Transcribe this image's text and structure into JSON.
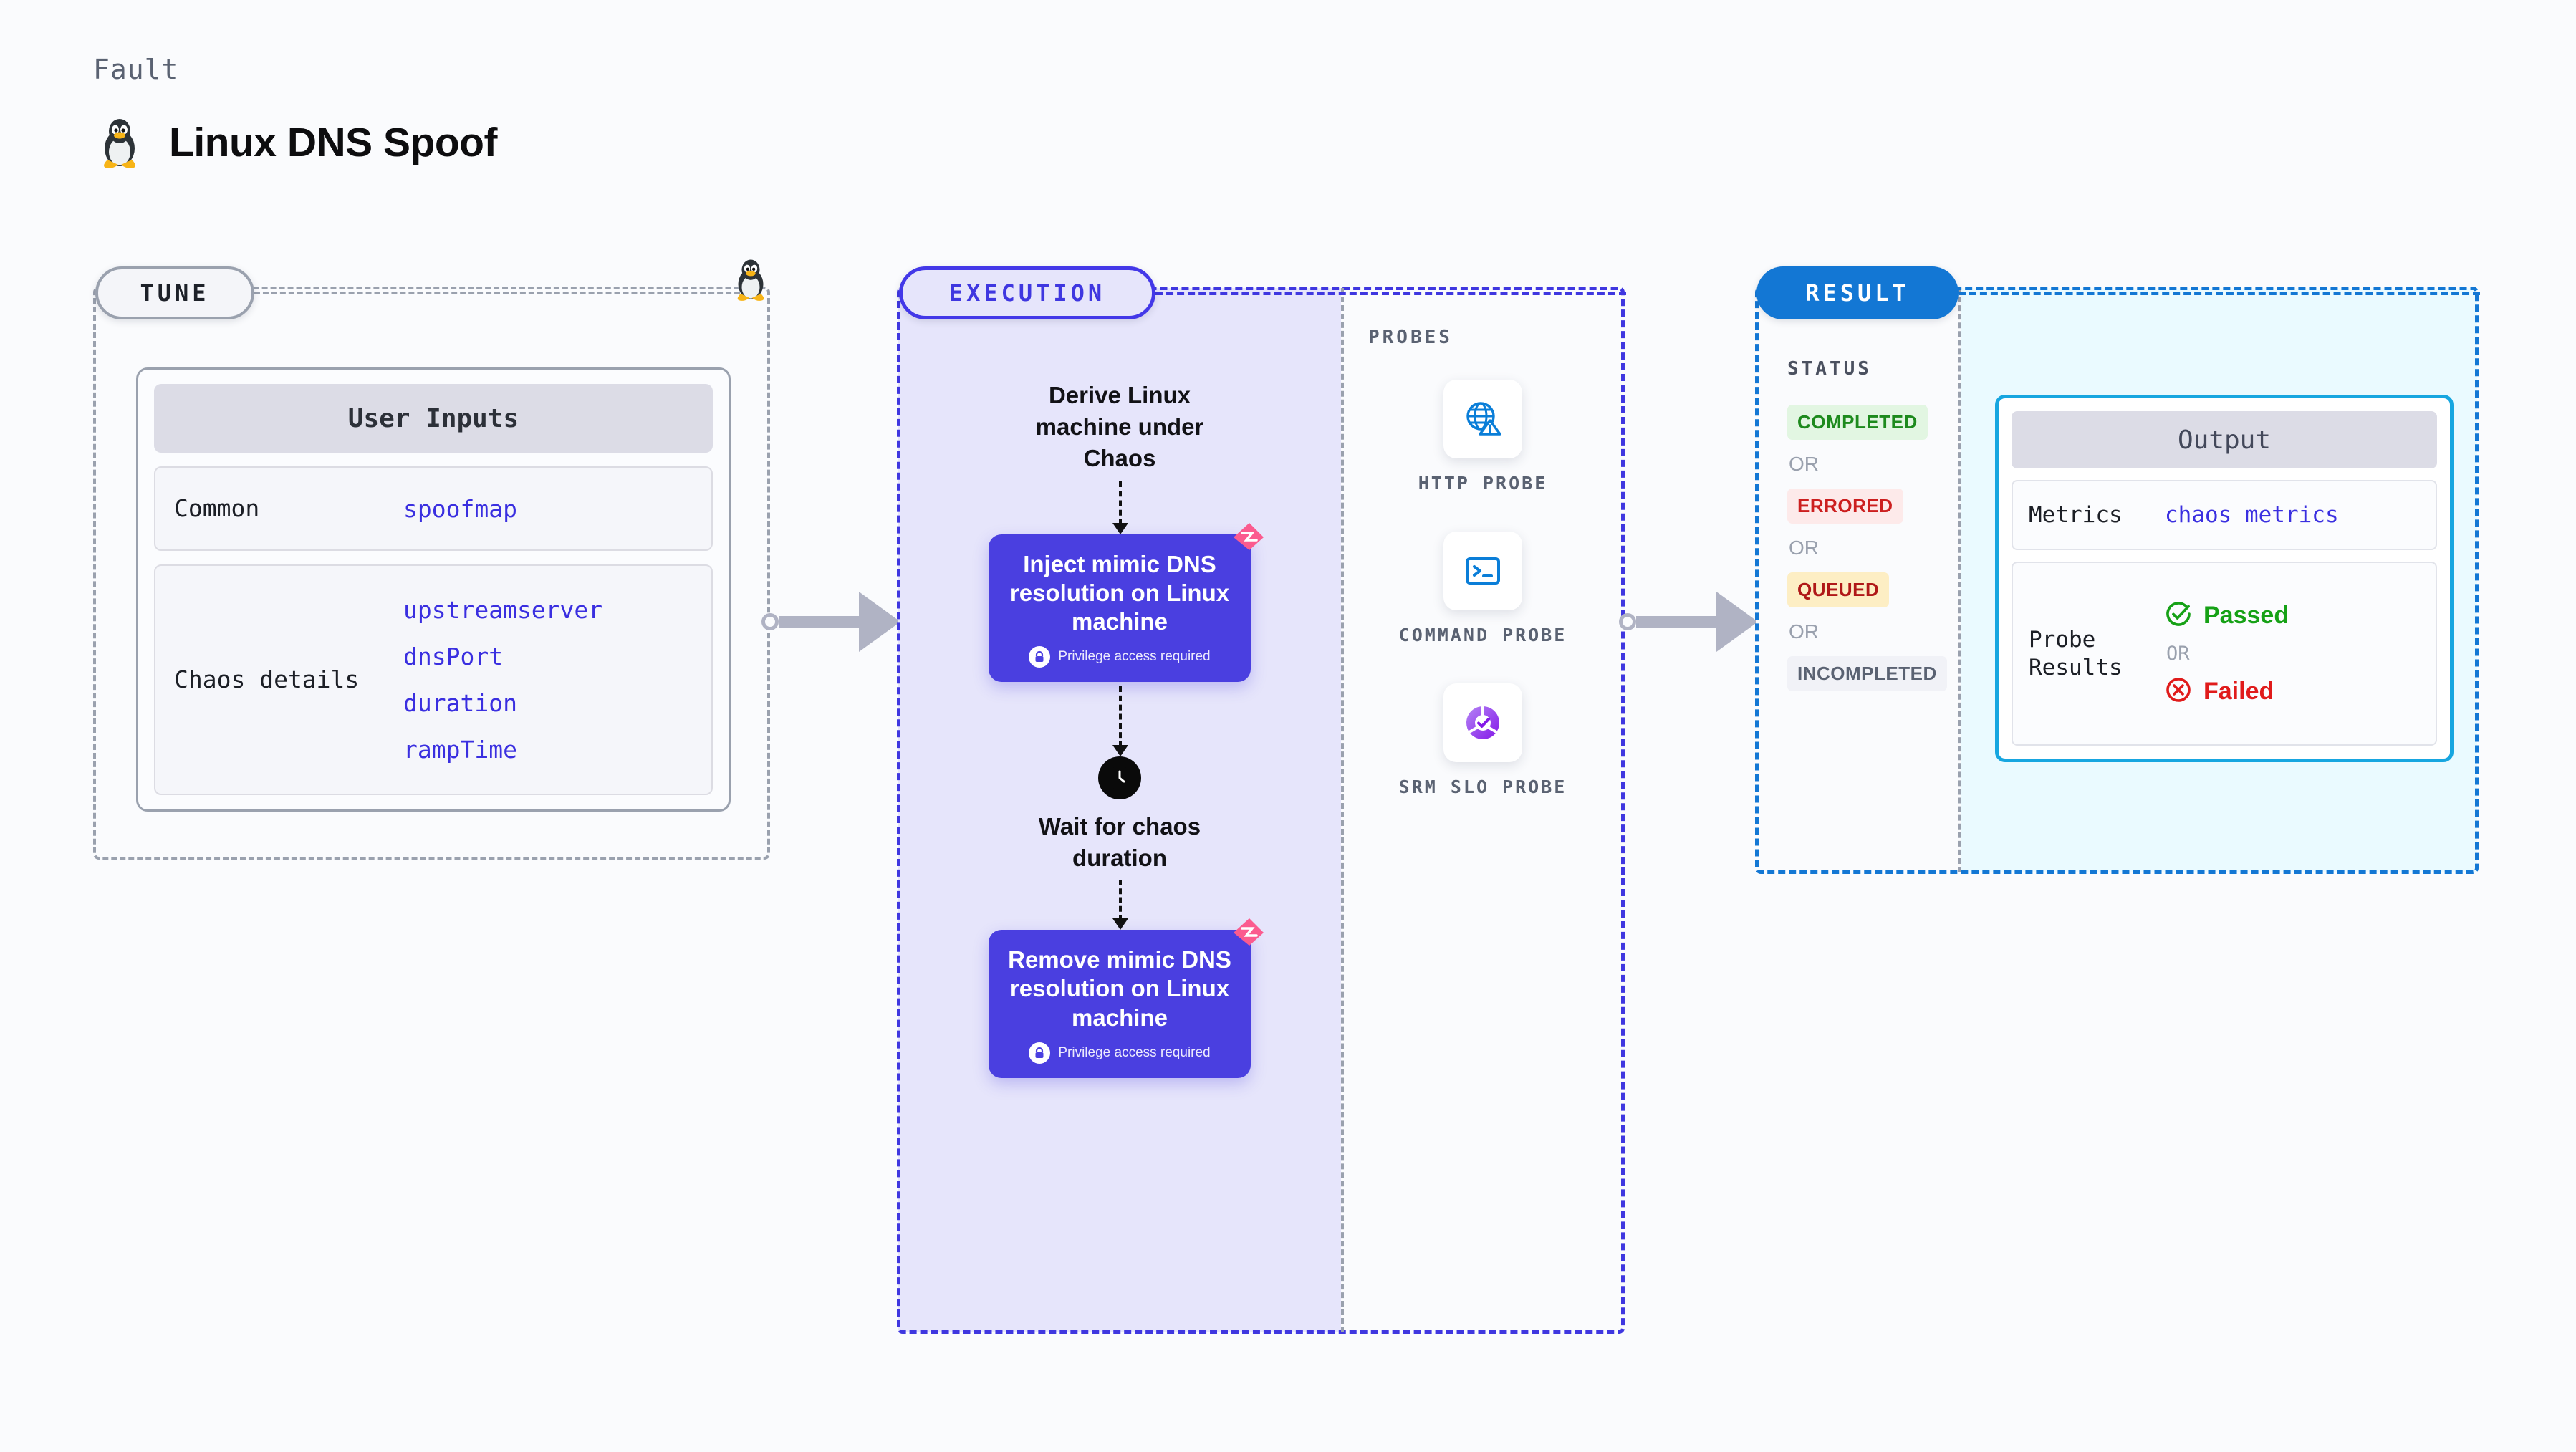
{
  "header": {
    "kicker": "Fault",
    "title": "Linux DNS Spoof",
    "icon": "linux-penguin-icon"
  },
  "tune": {
    "pill_label": "TUNE",
    "card_title": "User Inputs",
    "rows": [
      {
        "label": "Common",
        "values": [
          "spoofmap"
        ]
      },
      {
        "label": "Chaos details",
        "values": [
          "upstreamserver",
          "dnsPort",
          "duration",
          "rampTime"
        ]
      }
    ]
  },
  "execution": {
    "pill_label": "EXECUTION",
    "start_text": "Derive Linux machine under Chaos",
    "inject_node": {
      "title": "Inject mimic DNS resolution on Linux machine",
      "badge": "Privilege access required"
    },
    "wait_text": "Wait for chaos duration",
    "remove_node": {
      "title": "Remove mimic DNS resolution on Linux machine",
      "badge": "Privilege access required"
    }
  },
  "probes": {
    "label": "PROBES",
    "items": [
      {
        "name": "HTTP PROBE",
        "icon": "globe-warning-icon"
      },
      {
        "name": "COMMAND PROBE",
        "icon": "terminal-icon"
      },
      {
        "name": "SRM SLO PROBE",
        "icon": "slo-donut-check-icon"
      }
    ]
  },
  "result": {
    "pill_label": "RESULT",
    "status_title": "STATUS",
    "or_label": "OR",
    "statuses": [
      {
        "label": "COMPLETED",
        "bg": "#e2f6e2",
        "fg": "#1d8a1d"
      },
      {
        "label": "ERRORED",
        "bg": "#fdeaea",
        "fg": "#cc1f1f"
      },
      {
        "label": "QUEUED",
        "bg": "#fdeec4",
        "fg": "#b01818"
      },
      {
        "label": "INCOMPLETED",
        "bg": "#f1f2f7",
        "fg": "#5a6272"
      }
    ],
    "output": {
      "title": "Output",
      "metrics_label": "Metrics",
      "metrics_value": "chaos metrics",
      "probe_label": "Probe Results",
      "passed": "Passed",
      "failed": "Failed",
      "or_label": "OR"
    }
  },
  "colors": {
    "accent_purple": "#4a3fe0",
    "accent_blue": "#1377d4",
    "accent_cyan": "#17a6e0",
    "ribbon_pink": "#fb5b8f",
    "mono_value": "#3a2fe0"
  }
}
